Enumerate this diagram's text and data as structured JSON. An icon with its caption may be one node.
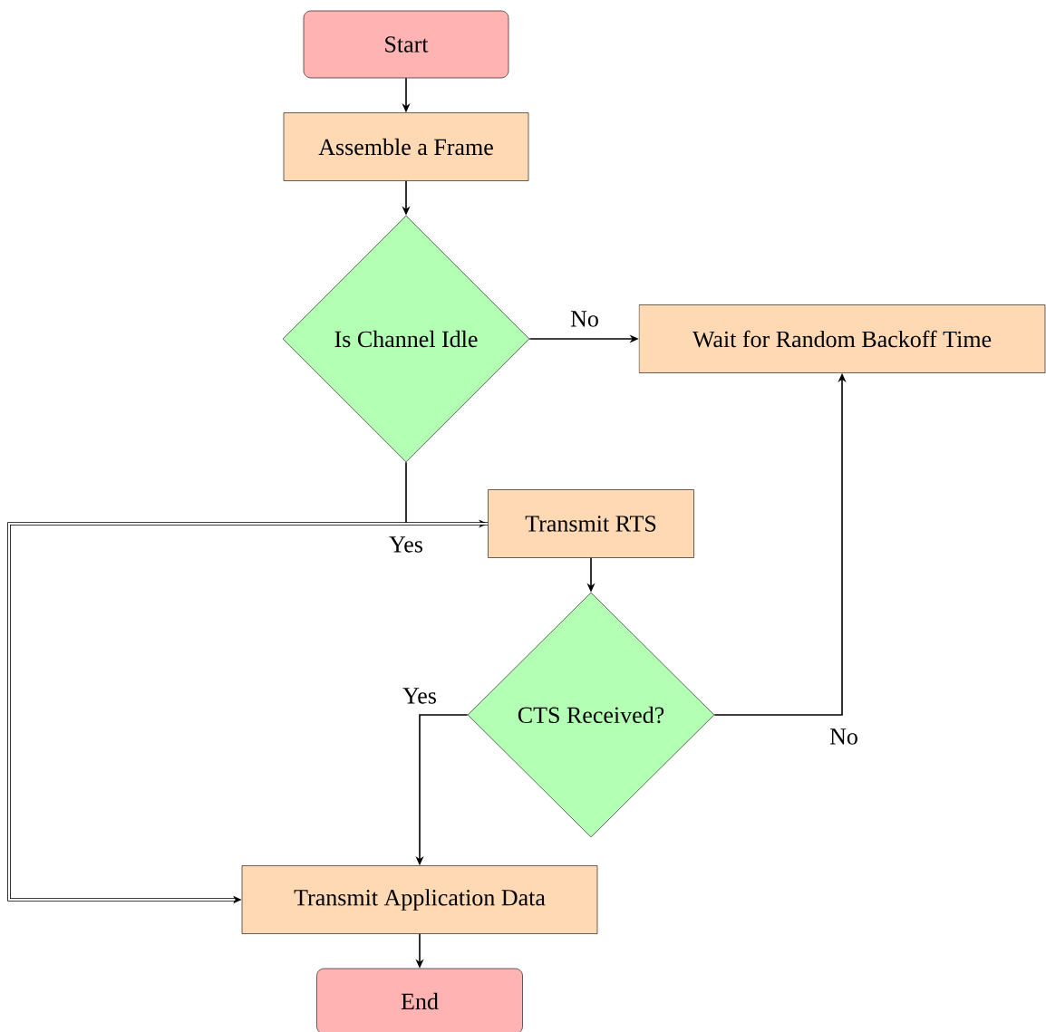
{
  "diagram": {
    "nodes": [
      {
        "text": [
          "Start"
        ]
      },
      {
        "text": [
          "Assemble a Frame"
        ]
      },
      {
        "text": [
          "Is Channel Idle"
        ]
      },
      {
        "text": [
          "Wait for Random Backoff Time"
        ]
      },
      {
        "text": [
          "Transmit RTS"
        ]
      },
      {
        "text": [
          "CTS Received?"
        ]
      },
      {
        "text": [
          "Transmit Application Data"
        ]
      },
      {
        "text": [
          "End"
        ]
      }
    ],
    "edges": [
      {
        "from": 0,
        "to": 1,
        "arrow": "to"
      },
      {
        "from": 1,
        "to": 2,
        "arrow": "to"
      },
      {
        "from": 2,
        "to": 3,
        "arrow": "to",
        "label": "No"
      },
      {
        "from": 2,
        "to": 4,
        "arrow": "to",
        "label": "Yes"
      },
      {
        "from": 4,
        "to": 5,
        "arrow": "to"
      },
      {
        "from": 5,
        "to": 3,
        "arrow": "to",
        "label": "No"
      },
      {
        "from": 5,
        "to": 6,
        "arrow": "to",
        "label": "Yes"
      },
      {
        "from": 6,
        "to": 7,
        "arrow": "to"
      },
      {
        "from": 4,
        "to": 6,
        "arrow": "to",
        "style": "thick"
      }
    ]
  }
}
